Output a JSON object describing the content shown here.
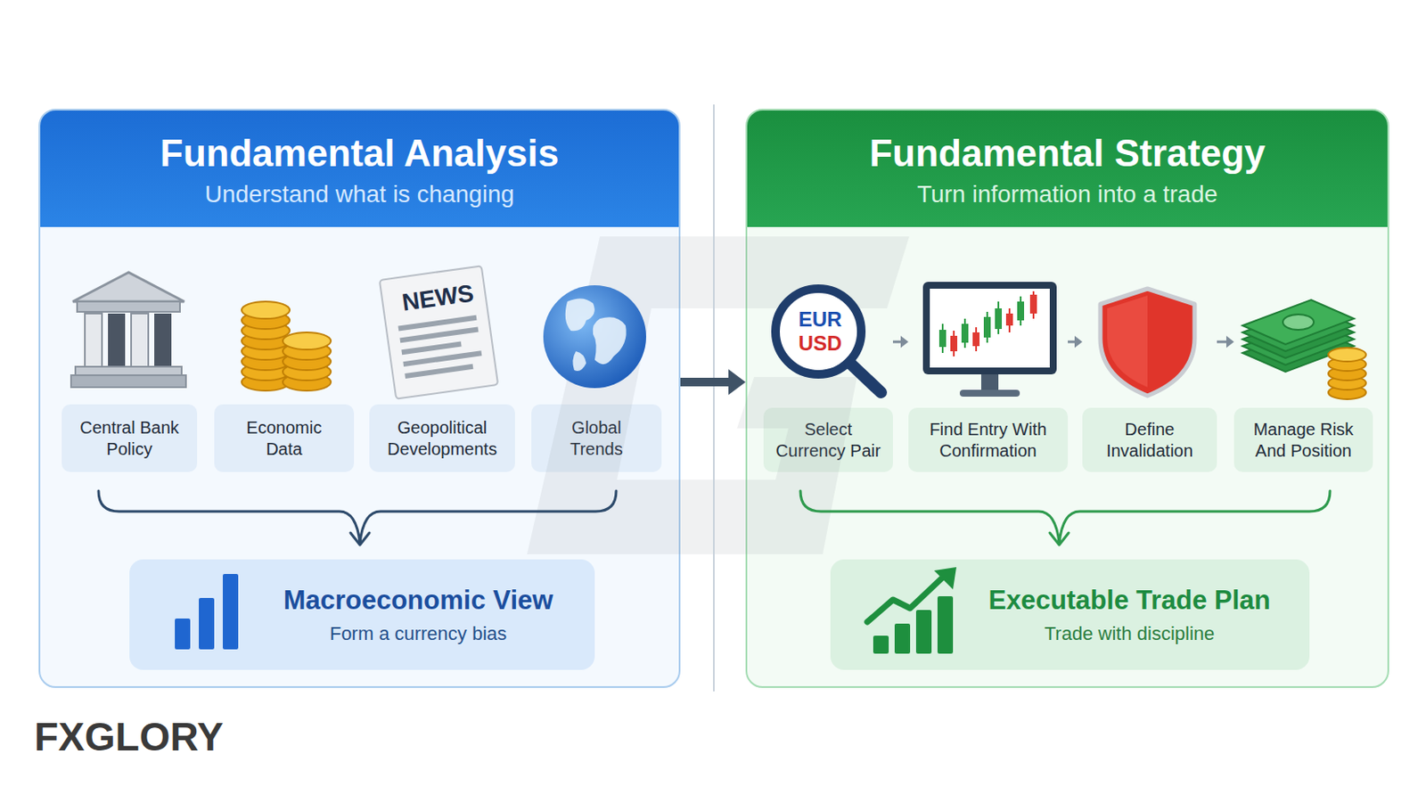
{
  "diagram": {
    "nodes": [
      {
        "text": [
          "Fundamental Analysis",
          "Understand what is changing"
        ]
      },
      {
        "text": [
          "Central Bank Policy"
        ],
        "in": 0
      },
      {
        "text": [
          "Economic Data"
        ],
        "in": 0
      },
      {
        "text": [
          "Geopolitical Developments"
        ],
        "in": 0
      },
      {
        "text": [
          "Global Trends"
        ],
        "in": 0
      },
      {
        "text": [
          "Macroeconomic View",
          "Form a currency bias"
        ],
        "in": 0
      },
      {
        "text": [
          "Fundamental Strategy",
          "Turn information into a trade"
        ]
      },
      {
        "text": [
          "Select Currency Pair"
        ],
        "in": 6
      },
      {
        "text": [
          "Find Entry With Confirmation"
        ],
        "in": 6
      },
      {
        "text": [
          "Define Invalidation"
        ],
        "in": 6
      },
      {
        "text": [
          "Manage Risk And Position"
        ],
        "in": 6
      },
      {
        "text": [
          "Executable Trade Plan",
          "Trade with discipline"
        ],
        "in": 6
      }
    ],
    "edges": [
      {
        "from": 0,
        "to": 6,
        "arrow": "to"
      },
      {
        "from": 7,
        "to": 8,
        "arrow": "to"
      },
      {
        "from": 8,
        "to": 9,
        "arrow": "to"
      },
      {
        "from": 9,
        "to": 10,
        "arrow": "to"
      }
    ],
    "labels": [
      "NEWS",
      "EUR",
      "USD",
      "FXGLORY"
    ]
  }
}
